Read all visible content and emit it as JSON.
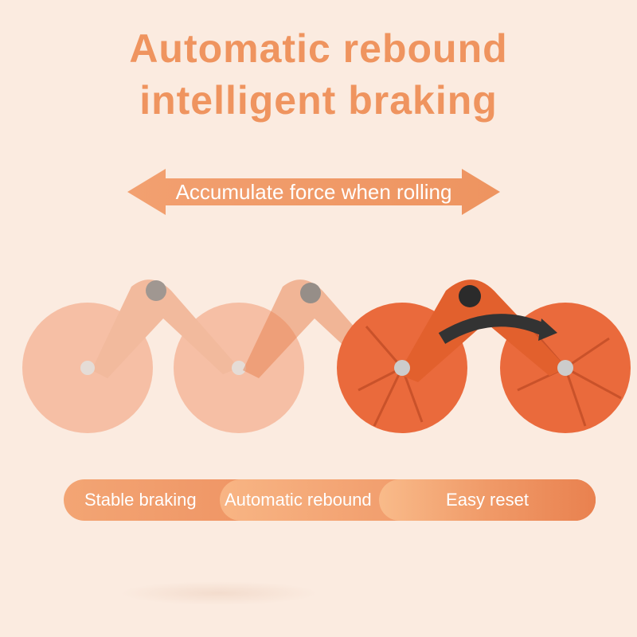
{
  "headline": {
    "line1": "Automatic rebound",
    "line2": "intelligent braking"
  },
  "arrow_label": "Accumulate force when rolling",
  "features": [
    "Stable braking",
    "Automatic rebound",
    "Easy reset"
  ],
  "colors": {
    "background": "#fbebe0",
    "accent": "#ef945f",
    "wheel": "#ea6a3c"
  }
}
